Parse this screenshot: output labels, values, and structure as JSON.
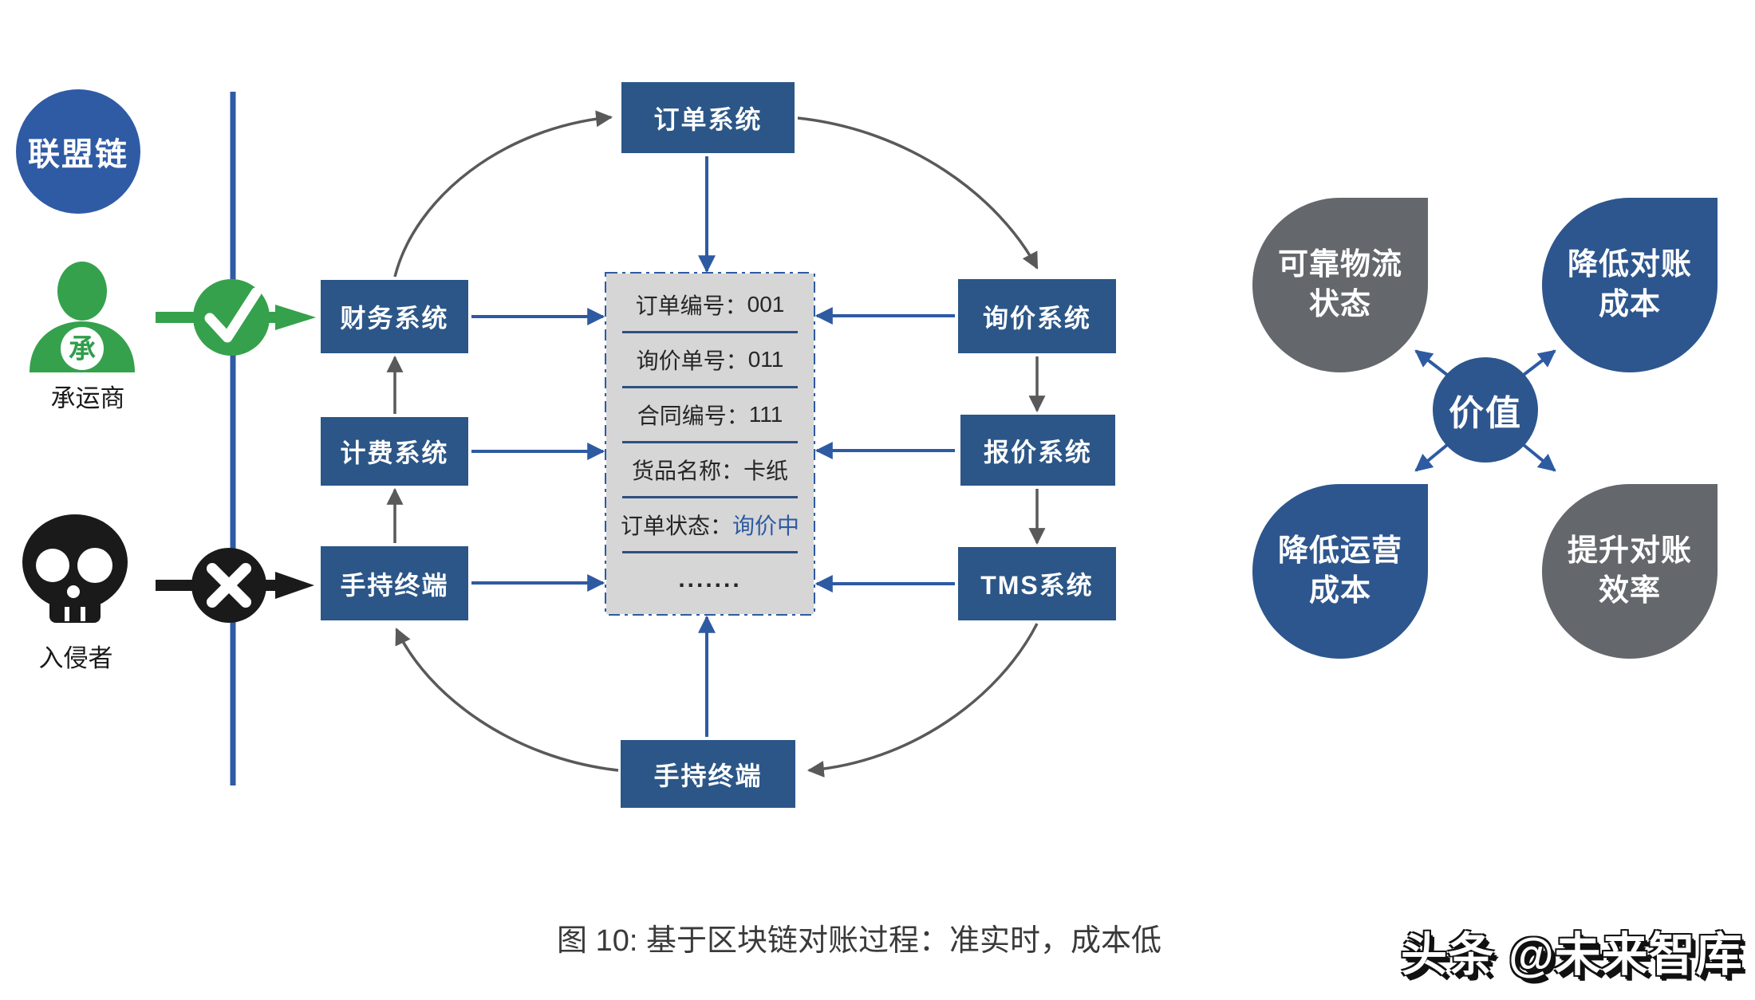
{
  "legend": {
    "alliance_chain": "联盟链",
    "carrier": {
      "label": "承运商",
      "badge": "承"
    },
    "intruder": {
      "label": "入侵者"
    }
  },
  "flow": {
    "boxes": {
      "order": "订单系统",
      "finance": "财务系统",
      "billing": "计费系统",
      "handheld_left": "手持终端",
      "inquiry": "询价系统",
      "quote": "报价系统",
      "tms": "TMS系统",
      "handheld_bottom": "手持终端"
    },
    "record": {
      "rows": [
        {
          "label": "订单编号：",
          "value": "001"
        },
        {
          "label": "询价单号：",
          "value": "011"
        },
        {
          "label": "合同编号：",
          "value": "111"
        },
        {
          "label": "货品名称：",
          "value": "卡纸"
        },
        {
          "label": "订单状态：",
          "value": "询价中"
        }
      ],
      "more": "......."
    }
  },
  "value_map": {
    "center": "价值",
    "petals": [
      {
        "line1": "可靠物流",
        "line2": "状态",
        "color": "gray"
      },
      {
        "line1": "降低对账",
        "line2": "成本",
        "color": "blue"
      },
      {
        "line1": "降低运营",
        "line2": "成本",
        "color": "blue"
      },
      {
        "line1": "提升对账",
        "line2": "效率",
        "color": "gray"
      }
    ]
  },
  "caption": "图 10: 基于区块链对账过程：准实时，成本低",
  "watermark": "头条 @未来智库",
  "colors": {
    "box-blue": "#2B5687",
    "petal-blue": "#2D568E",
    "petal-gray": "#64676B",
    "line-blue": "#2F5BA4",
    "arrow-blue": "#2E5AA2",
    "arrow-gray": "#595959",
    "green": "#35A14C",
    "ink": "#1A1A1A",
    "record-bg": "#D6D6D6",
    "record-border": "#2E5AA2",
    "divider": "#2F4F80",
    "status-blue": "#2E5AA2",
    "caption": "#3A3A3A"
  }
}
